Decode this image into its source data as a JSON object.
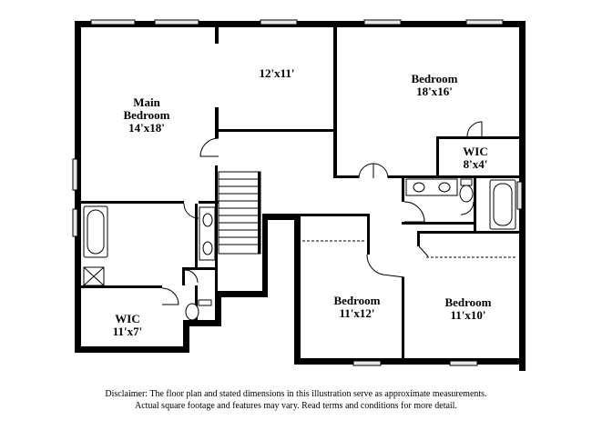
{
  "rooms": {
    "main_bedroom": {
      "name_line1": "Main",
      "name_line2": "Bedroom",
      "dims": "14'x18'"
    },
    "room_12x11": {
      "dims": "12'x11'"
    },
    "bedroom_ne": {
      "name": "Bedroom",
      "dims": "18'x16'"
    },
    "wic_ne": {
      "name": "WIC",
      "dims": "8'x4'"
    },
    "wic_sw": {
      "name": "WIC",
      "dims": "11'x7'"
    },
    "bedroom_s": {
      "name": "Bedroom",
      "dims": "11'x12'"
    },
    "bedroom_se": {
      "name": "Bedroom",
      "dims": "11'x10'"
    }
  },
  "disclaimer": {
    "line1": "Disclaimer: The floor plan and stated dimensions in this illustration serve as approximate measurements.",
    "line2": "Actual square footage and features may vary. Read terms and conditions for more detail."
  }
}
